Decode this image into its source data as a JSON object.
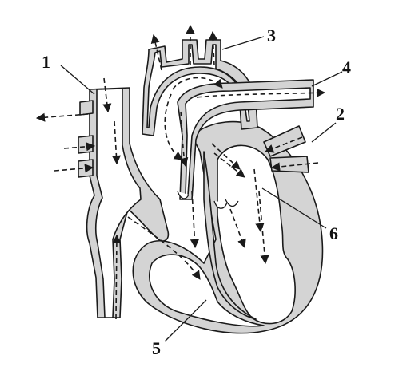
{
  "labels": {
    "one": "1",
    "two": "2",
    "three": "3",
    "four": "4",
    "five": "5",
    "six": "6"
  }
}
